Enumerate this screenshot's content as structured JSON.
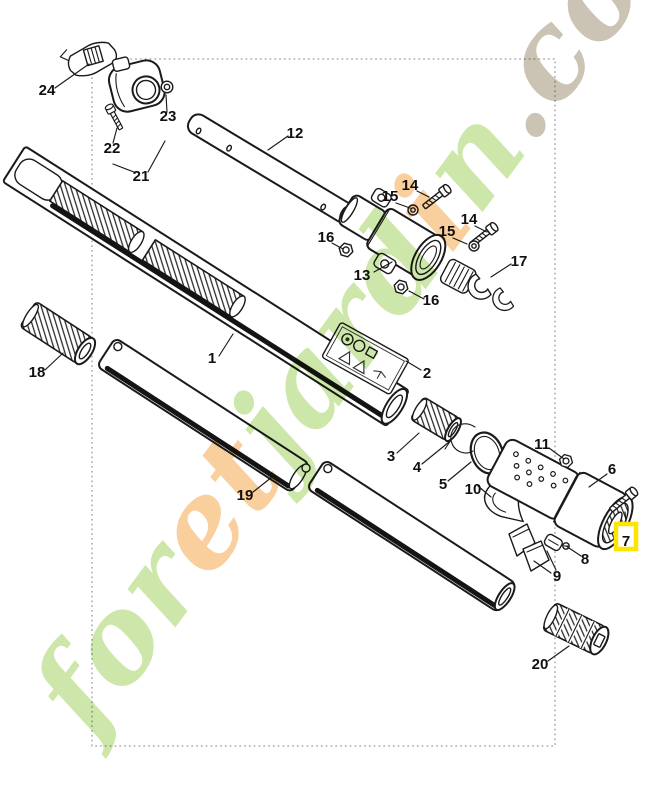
{
  "watermark": {
    "text": "foretjardin.com",
    "palette": {
      "green": "#cde6a9",
      "orange": "#f8cf9d",
      "tan": "#cbc3b3"
    },
    "letter_colors": [
      "green",
      "green",
      "green",
      "orange",
      "orange",
      "green",
      "green",
      "green",
      "green",
      "orange",
      "green",
      "tan",
      "tan",
      "tan",
      "tan"
    ]
  },
  "diagram": {
    "type": "exploded-parts-diagram",
    "highlighted_part": "7",
    "highlight_color": "#FFE400",
    "callouts": [
      {
        "n": "24"
      },
      {
        "n": "22"
      },
      {
        "n": "23"
      },
      {
        "n": "21"
      },
      {
        "n": "12"
      },
      {
        "n": "14"
      },
      {
        "n": "15"
      },
      {
        "n": "14"
      },
      {
        "n": "15"
      },
      {
        "n": "16"
      },
      {
        "n": "13"
      },
      {
        "n": "16"
      },
      {
        "n": "17"
      },
      {
        "n": "1"
      },
      {
        "n": "2"
      },
      {
        "n": "18"
      },
      {
        "n": "3"
      },
      {
        "n": "4"
      },
      {
        "n": "5"
      },
      {
        "n": "10"
      },
      {
        "n": "19"
      },
      {
        "n": "11"
      },
      {
        "n": "6"
      },
      {
        "n": "7"
      },
      {
        "n": "8"
      },
      {
        "n": "9"
      },
      {
        "n": "20"
      }
    ]
  }
}
